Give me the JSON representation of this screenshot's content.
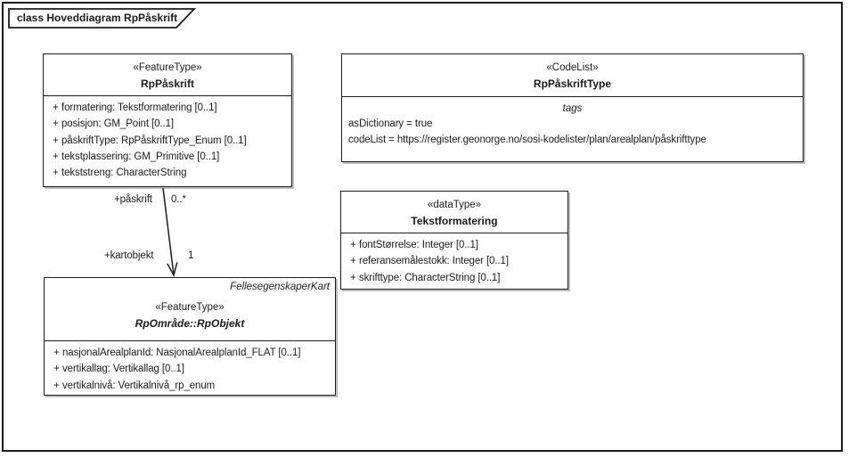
{
  "diagram": {
    "title": "class Hoveddiagram RpPåskrift"
  },
  "colors": {
    "line": "#1c1c1c",
    "box_fill": "#ffffff",
    "shadow": "#bdbdbd"
  },
  "classes": {
    "rp_paaskrift": {
      "stereotype": "«FeatureType»",
      "name": "RpPåskrift",
      "attributes": [
        {
          "vis": "+",
          "text": "formatering: Tekstformatering [0..1]"
        },
        {
          "vis": "+",
          "text": "posisjon: GM_Point [0..1]"
        },
        {
          "vis": "+",
          "text": "påskriftType: RpPåskriftType_Enum [0..1]"
        },
        {
          "vis": "+",
          "text": "tekstplassering: GM_Primitive [0..1]"
        },
        {
          "vis": "+",
          "text": "tekststreng: CharacterString"
        }
      ]
    },
    "rp_paaskrift_type": {
      "stereotype": "«CodeList»",
      "name": "RpPåskriftType",
      "tags_label": "tags",
      "tag_lines": [
        "asDictionary = true",
        "codeList = https://register.geonorge.no/sosi-kodelister/plan/arealplan/påskrifttype"
      ]
    },
    "tekstformatering": {
      "stereotype": "«dataType»",
      "name": "Tekstformatering",
      "attributes": [
        {
          "vis": "+",
          "text": "fontStørrelse: Integer [0..1]"
        },
        {
          "vis": "+",
          "text": "referansemålestokk: Integer [0..1]"
        },
        {
          "vis": "+",
          "text": "skrifttype: CharacterString [0..1]"
        }
      ]
    },
    "rp_objekt": {
      "package_label": "FellesegenskaperKart",
      "stereotype": "«FeatureType»",
      "name": "RpOmråde::RpObjekt",
      "attributes": [
        {
          "vis": "+",
          "text": "nasjonalArealplanId: NasjonalArealplanId_FLAT [0..1]"
        },
        {
          "vis": "+",
          "text": "vertikallag: Vertikallag [0..1]"
        },
        {
          "vis": "+",
          "text": "vertikalnivå: Vertikalnivå_rp_enum"
        }
      ]
    }
  },
  "association": {
    "source_role": "+påskrift",
    "source_multiplicity": "0..*",
    "target_role": "+kartobjekt",
    "target_multiplicity": "1"
  }
}
